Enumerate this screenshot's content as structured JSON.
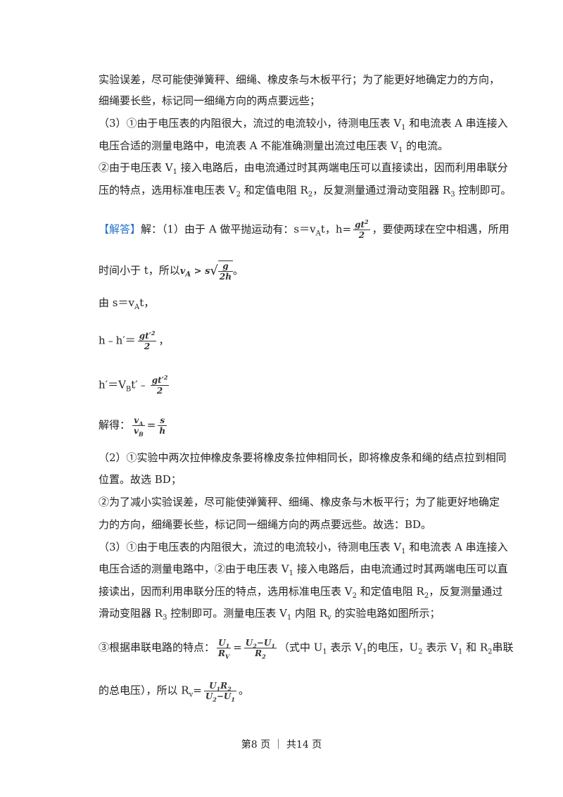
{
  "lines": {
    "l1": "实验误差，尽可能使弹簧秤、细绳、橡皮条与木板平行；为了能更好地确定力的方向，",
    "l2": "细绳要长些，标记同一细绳方向的两点要远些；",
    "l3a": "（3）①由于电压表的内阻很大，流过的电流较小，待测电压表 V",
    "l3b": "和电流表 A 串连接入",
    "l4a": "电压合适的测量电路中，电流表 A 不能准确测量出流过电压表 V",
    "l4b": "的电流。",
    "l5a": "②由于电压表 V",
    "l5b": "接入电路后，由电流通过时其两端电压可以直接读出，因而利用串联分",
    "l6a": "压的特点，选用标准电压表 V",
    "l6b": "和定值电阻 R",
    "l6c": "，反复测量通过滑动变阻器 R",
    "l6d": "控制即可。",
    "l7tag": "【解答】",
    "l7a": "解：（1）由于 A 做平抛运动有：s＝v",
    "l7b": "t，h=",
    "l7c": "，要使两球在空中相遇，所用",
    "l8a": "时间小于 t，所以",
    "l8b": "。",
    "l9a": "由 s＝v",
    "l9b": "t，",
    "l10a": "h﹣h′＝",
    "l10b": "，",
    "l11a": "h′＝V",
    "l11b": "t′﹣",
    "l12a": "解得：",
    "l13": "（2）①实验中两次拉伸橡皮条要将橡皮条拉伸相同长，即将橡皮条和绳的结点拉到相同",
    "l14": "位置。故选 BD；",
    "l15": "②为了减小实验误差，尽可能使弹簧秤、细绳、橡皮条与木板平行；为了能更好地确定",
    "l16": "力的方向，细绳要长些，标记同一细绳方向的两点要远些。故选：BD。",
    "l17a": "（3）①由于电压表的内阻很大，流过的电流较小，待测电压表 V",
    "l17b": "和电流表 A 串连接入",
    "l18a": "电压合适的测量电路中，②由于电压表 V",
    "l18b": "接入电路后，由电流通过时其两端电压可以直",
    "l19a": "接读出，因而利用串联分压的特点，选用标准电压表 V",
    "l19b": "和定值电阻 R",
    "l19c": "，反复测量通过",
    "l20a": "滑动变阻器 R",
    "l20b": "控制即可。测量电压表 V",
    "l20c": "内阻 R",
    "l20d": "的实验电路如图所示；",
    "l21a": "③根据串联电路的特点：",
    "l21b": "（式中 U",
    "l21c": "表示 V",
    "l21d": "的电压，U",
    "l21e": "表示 V",
    "l21f": " 和 R",
    "l21g": "串联",
    "l22a": "的总电压），所以 R",
    "l22b": "=",
    "l22c": "。"
  },
  "subs": {
    "one": "1",
    "two": "2",
    "three": "3",
    "A": "A",
    "B": "B",
    "v": "v",
    "V": "V"
  },
  "math": {
    "g": "g",
    "t": "t",
    "tp": "t′",
    "two": "2",
    "sq": "2",
    "h": "h",
    "twoh": "2h",
    "vA": "v",
    "vB": "v",
    "s": "s",
    "gt": "> s",
    "U": "U",
    "R": "R",
    "minus": "−"
  },
  "footer": "第8 页 ｜ 共14 页"
}
